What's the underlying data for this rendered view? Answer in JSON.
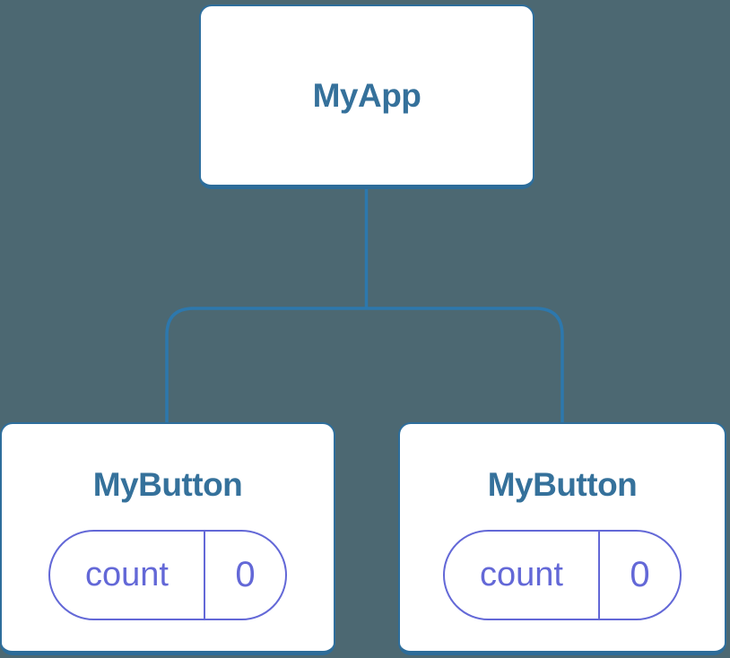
{
  "diagram": {
    "root": {
      "label": "MyApp"
    },
    "children": [
      {
        "label": "MyButton",
        "state": {
          "name": "count",
          "value": "0"
        }
      },
      {
        "label": "MyButton",
        "state": {
          "name": "count",
          "value": "0"
        }
      }
    ],
    "colors": {
      "bg": "#4c6872",
      "node-fill": "#ffffff",
      "node-border": "#2e6e9c",
      "node-border-bottom": "#2d6c99",
      "title": "#35719b",
      "connector": "#2d78ad",
      "state": "#6368d7"
    }
  }
}
